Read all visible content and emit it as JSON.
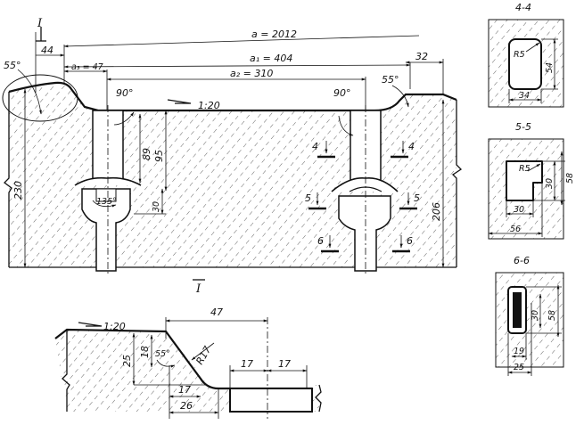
{
  "section_titles": {
    "s44": "4-4",
    "s55": "5-5",
    "s66": "6-6"
  },
  "detail_mark_top": "I",
  "detail_mark_bottom": "I",
  "main": {
    "a_total": "a = 2012",
    "a1": "a₁ = 404",
    "a2": "a₂ = 310",
    "a3": "a₃ = 47",
    "d44": "44",
    "d32": "32",
    "angle_left": "55°",
    "angle_right": "55°",
    "angle_90_left": "90°",
    "angle_90_right": "90°",
    "slope": "1:20",
    "d89": "89",
    "d95": "95",
    "d30": "30",
    "d135": "135°",
    "d230": "230",
    "d206": "206",
    "cut4_left": "4",
    "cut4_right": "4",
    "cut5_left": "5",
    "cut5_right": "5",
    "cut6_left": "6",
    "cut6_right": "6"
  },
  "detail": {
    "d47": "47",
    "slope": "1:20",
    "d18": "18",
    "d25": "25",
    "angle": "55°",
    "r17": "R17",
    "d17a": "17",
    "d17b": "17",
    "d17c": "17",
    "d26": "26"
  },
  "sec44": {
    "r5": "R5",
    "d54": "54",
    "d34": "34"
  },
  "sec55": {
    "r5": "R5",
    "d30v": "30",
    "d58": "58",
    "d30h": "30",
    "d56": "56"
  },
  "sec66": {
    "d30": "30",
    "d58": "58",
    "d19": "19",
    "d25": "25"
  }
}
